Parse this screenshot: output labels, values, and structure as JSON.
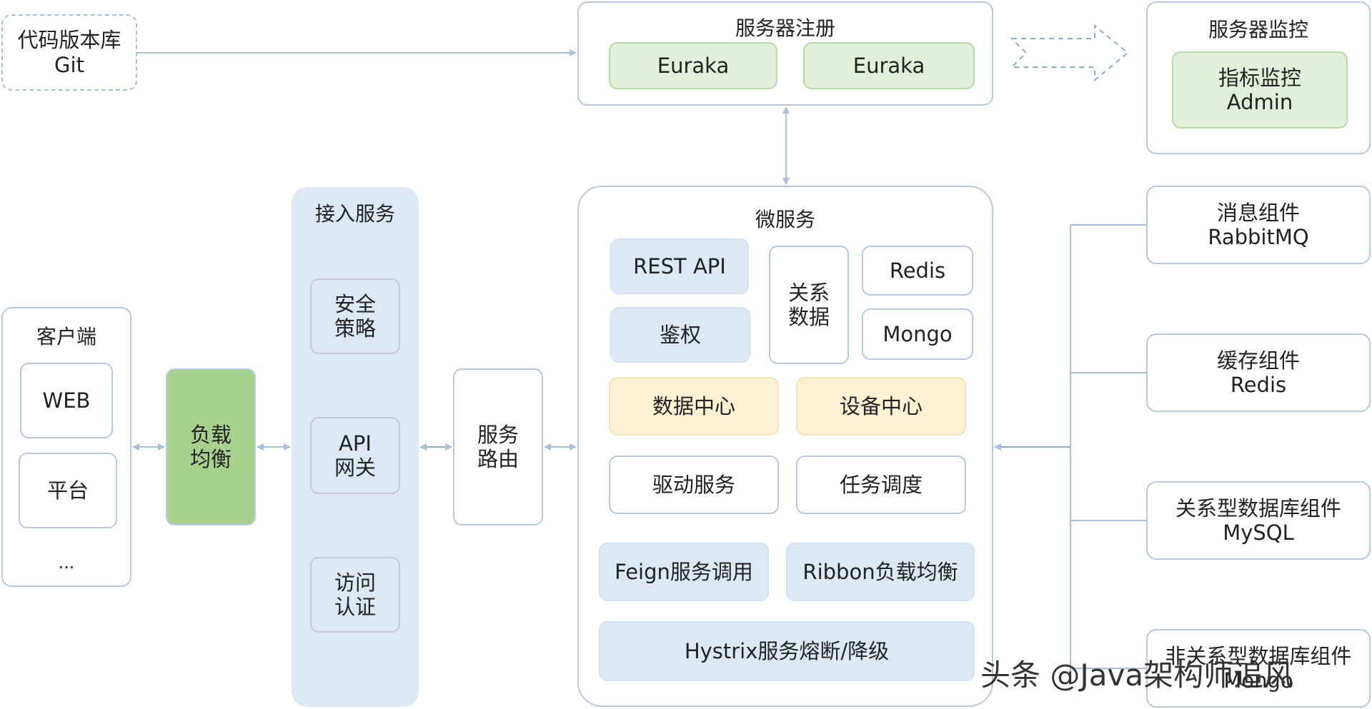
{
  "code_repo": {
    "line1": "代码版本库",
    "line2": "Git"
  },
  "registry": {
    "title": "服务器注册",
    "node1": "Euraka",
    "node2": "Euraka"
  },
  "monitor": {
    "title": "服务器监控",
    "line1": "指标监控",
    "line2": "Admin"
  },
  "client": {
    "title": "客户端",
    "items": [
      "WEB",
      "平台",
      "..."
    ]
  },
  "load_balance": {
    "line1": "负载",
    "line2": "均衡"
  },
  "access": {
    "title": "接入服务",
    "security": {
      "line1": "安全",
      "line2": "策略"
    },
    "gateway": {
      "line1": "API",
      "line2": "网关"
    },
    "auth": {
      "line1": "访问",
      "line2": "认证"
    }
  },
  "routing": {
    "line1": "服务",
    "line2": "路由"
  },
  "micro": {
    "title": "微服务",
    "rest_api": "REST API",
    "authz": "鉴权",
    "relational": {
      "line1": "关系",
      "line2": "数据"
    },
    "redis": "Redis",
    "mongo": "Mongo",
    "data_center": "数据中心",
    "device_center": "设备中心",
    "driver": "驱动服务",
    "scheduler": "任务调度",
    "feign": "Feign服务调用",
    "ribbon": "Ribbon负载均衡",
    "hystrix": "Hystrix服务熔断/降级"
  },
  "components": [
    {
      "line1": "消息组件",
      "line2": "RabbitMQ"
    },
    {
      "line1": "缓存组件",
      "line2": "Redis"
    },
    {
      "line1": "关系型数据库组件",
      "line2": "MySQL"
    },
    {
      "line1": "非关系型数据库组件",
      "line2": "Mongo"
    }
  ],
  "watermark": "头条 @Java架构师追风",
  "colors": {
    "border": "#b9c8df",
    "light_blue": "#dde8f5",
    "green": "#e2efda",
    "green_strong": "#a9d18e",
    "yellow": "#fdf1d3",
    "arrow": "#a9bfe0"
  }
}
